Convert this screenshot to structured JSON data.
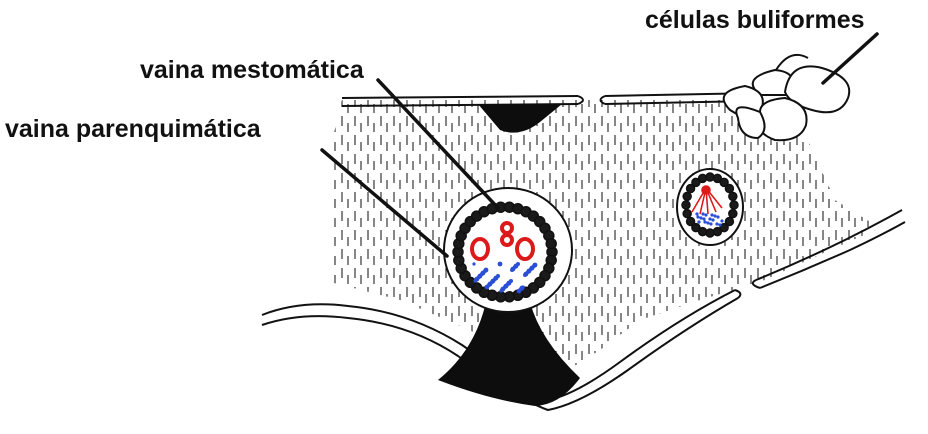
{
  "labels": {
    "bulliform": "células buliformes",
    "mestome": "vaina mestomática",
    "parenchyma": "vaina parenquimática"
  },
  "colors": {
    "ink": "#111111",
    "xylem": "#dd1a1a",
    "phloem": "#2b4fd6",
    "sclerenchyma": "#0d0d0d",
    "background": "#ffffff"
  }
}
